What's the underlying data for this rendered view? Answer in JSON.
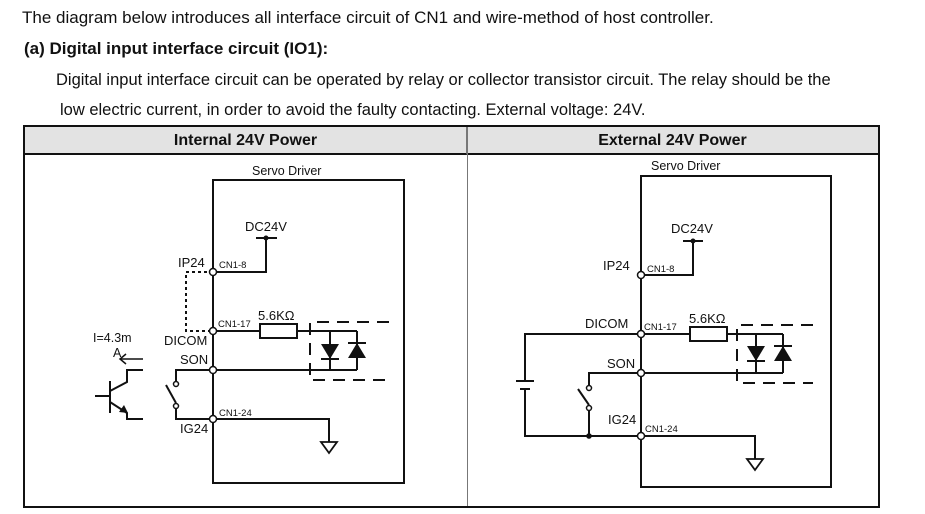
{
  "document": {
    "intro": "The diagram below introduces all interface circuit of CN1 and wire-method of host controller.",
    "section_heading": "(a) Digital input interface circuit (IO1):",
    "paragraph_line1": "Digital input interface circuit can be operated by relay or collector transistor circuit. The relay should be the",
    "paragraph_line2": "low electric current, in order to avoid the faulty contacting. External voltage: 24V."
  },
  "table": {
    "headers": [
      "Internal 24V Power",
      "External 24V Power"
    ]
  },
  "diagrams": {
    "internal": {
      "box_label": "Servo Driver",
      "supply": "DC24V",
      "ip24": "IP24",
      "cn1_8": "CN1-8",
      "cn1_17": "CN1-17",
      "cn1_24": "CN1-24",
      "dicom": "DICOM",
      "son": "SON",
      "ig24": "IG24",
      "resistor": "5.6KΩ",
      "current_label": "I=4.3m",
      "current_unit": "A"
    },
    "external": {
      "box_label": "Servo Driver",
      "supply": "DC24V",
      "ip24": "IP24",
      "cn1_8": "CN1-8",
      "cn1_17": "CN1-17",
      "cn1_24": "CN1-24",
      "dicom": "DICOM",
      "son": "SON",
      "ig24": "IG24",
      "resistor": "5.6KΩ"
    }
  }
}
